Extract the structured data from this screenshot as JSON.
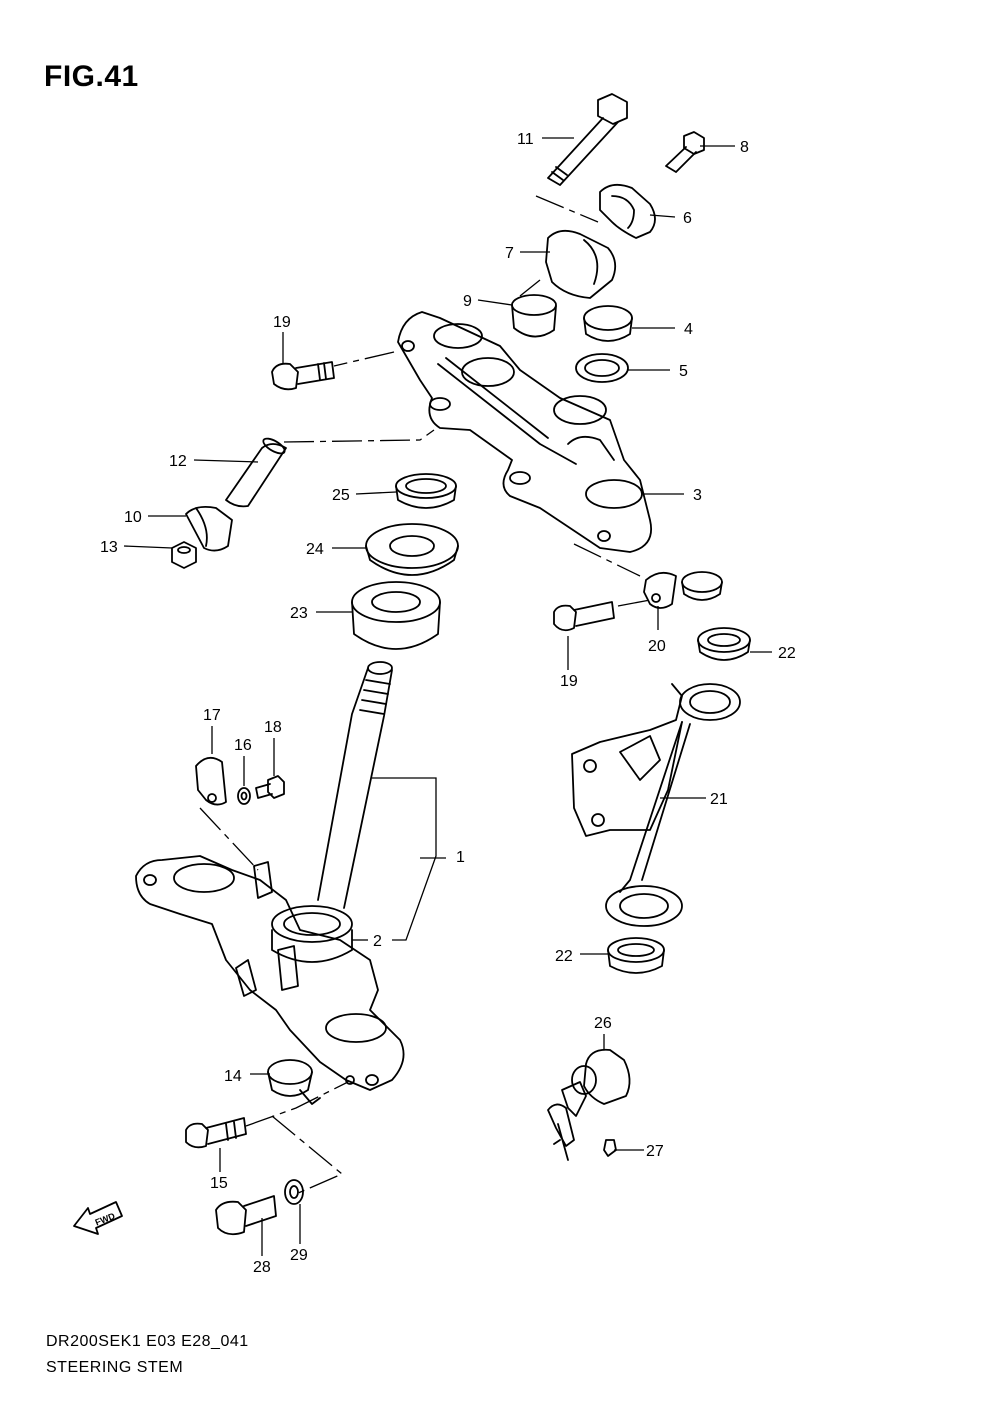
{
  "figure": {
    "title": "FIG.41",
    "model_code": "DR200SEK1 E03 E28_041",
    "assembly_name": "STEERING STEM",
    "fwd_label": "FWD"
  },
  "callouts": [
    "1",
    "2",
    "3",
    "4",
    "5",
    "6",
    "7",
    "8",
    "9",
    "10",
    "11",
    "12",
    "13",
    "14",
    "15",
    "16",
    "17",
    "18",
    "19",
    "19",
    "20",
    "21",
    "22",
    "22",
    "23",
    "24",
    "25",
    "26",
    "27",
    "28",
    "29"
  ]
}
